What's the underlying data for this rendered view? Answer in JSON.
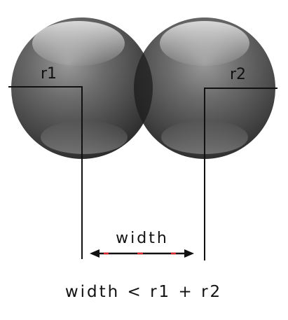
{
  "diagram": {
    "sphere_left_label": "r1",
    "sphere_right_label": "r2",
    "width_label": "width",
    "formula": "width < r1 + r2"
  },
  "colors": {
    "sphere_dark": "#2e2e2e",
    "sphere_mid": "#6a6a6a",
    "sphere_light": "#a8a8a8",
    "overlap": "#1c1c1c",
    "line": "#111111",
    "arrow_accent": "#d8262d"
  }
}
